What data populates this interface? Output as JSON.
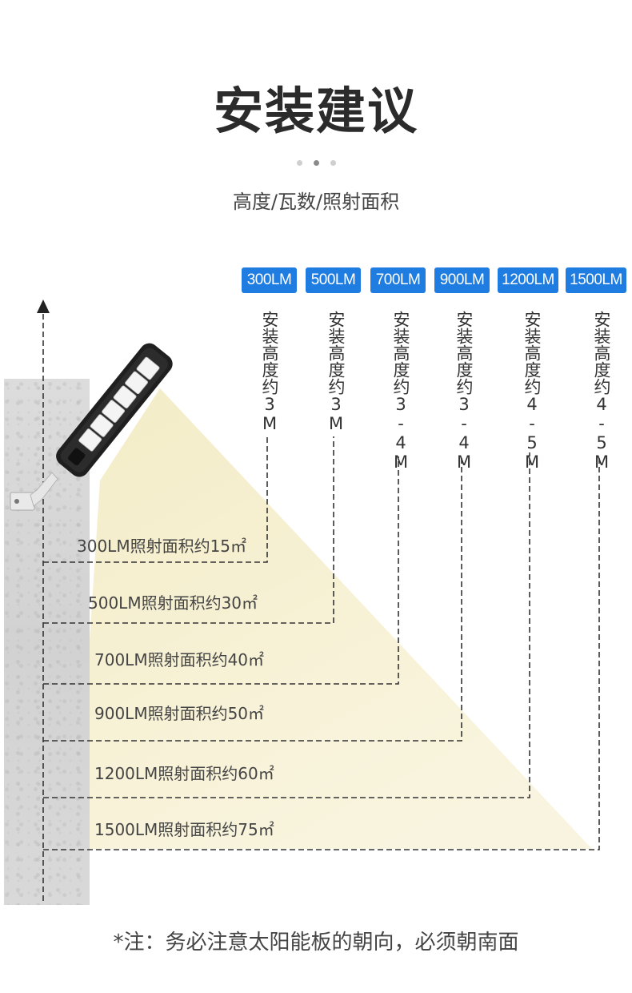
{
  "title": "安装建议",
  "subtitle": "高度/瓦数/照射面积",
  "badges": [
    {
      "label": "300LM"
    },
    {
      "label": "500LM"
    },
    {
      "label": "700LM"
    },
    {
      "label": "900LM"
    },
    {
      "label": "1200LM"
    },
    {
      "label": "1500LM"
    }
  ],
  "heights": [
    {
      "text": "安装高度约3M"
    },
    {
      "text": "安装高度约3M"
    },
    {
      "text": "安装高度约3-4M"
    },
    {
      "text": "安装高度约3-4M"
    },
    {
      "text": "安装高度约4-5M"
    },
    {
      "text": "安装高度约4-5M"
    }
  ],
  "areas": [
    {
      "text": "300LM照射面积约15㎡"
    },
    {
      "text": "500LM照射面积约30㎡"
    },
    {
      "text": "700LM照射面积约40㎡"
    },
    {
      "text": "900LM照射面积约50㎡"
    },
    {
      "text": "1200LM照射面积约60㎡"
    },
    {
      "text": "1500LM照射面积约75㎡"
    }
  ],
  "note": "*注：务必注意太阳能板的朝向，必须朝南面",
  "colors": {
    "badge": "#1f7ce0",
    "beam": "#f6efc8",
    "line": "#333333"
  }
}
